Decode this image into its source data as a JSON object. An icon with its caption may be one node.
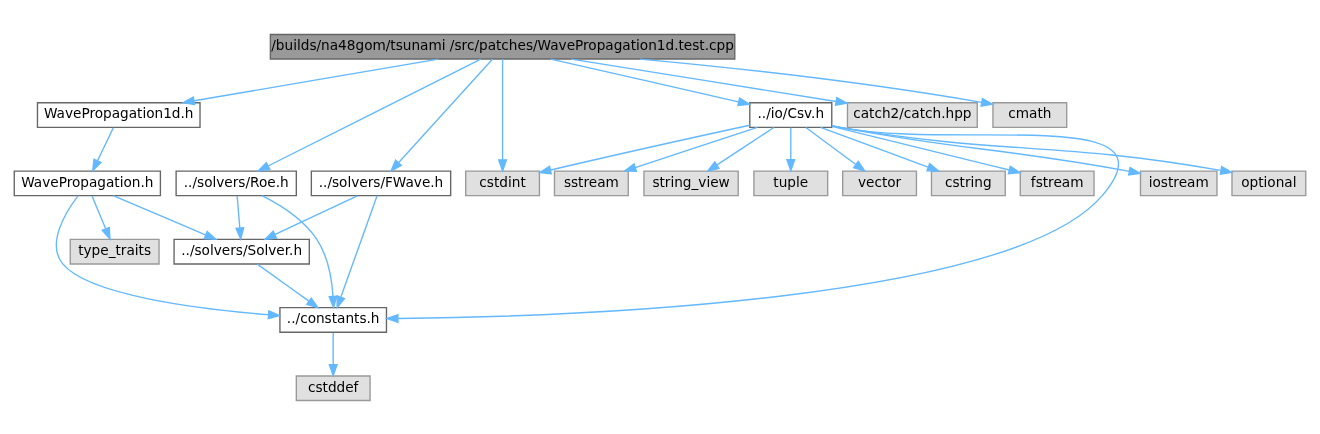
{
  "diagram": {
    "nodes": [
      {
        "text": [
          "/builds/na48gom/tsunami /src/patches/WavePropagation1d.test.cpp"
        ]
      },
      {
        "text": [
          "WavePropagation1d.h"
        ]
      },
      {
        "text": [
          "WavePropagation.h"
        ]
      },
      {
        "text": [
          "type_traits"
        ]
      },
      {
        "text": [
          "../solvers/FWave.h"
        ]
      },
      {
        "text": [
          "../solvers/Roe.h"
        ]
      },
      {
        "text": [
          "../solvers/Solver.h"
        ]
      },
      {
        "text": [
          "../constants.h"
        ]
      },
      {
        "text": [
          "cstddef"
        ]
      },
      {
        "text": [
          "cstdint"
        ]
      },
      {
        "text": [
          "../io/Csv.h"
        ]
      },
      {
        "text": [
          "iostream"
        ]
      },
      {
        "text": [
          "optional"
        ]
      },
      {
        "text": [
          "sstream"
        ]
      },
      {
        "text": [
          "string_view"
        ]
      },
      {
        "text": [
          "tuple"
        ]
      },
      {
        "text": [
          "vector"
        ]
      },
      {
        "text": [
          "cstring"
        ]
      },
      {
        "text": [
          "fstream"
        ]
      },
      {
        "text": [
          "catch2/catch.hpp"
        ]
      },
      {
        "text": [
          "cmath"
        ]
      }
    ],
    "edges": [
      {
        "from": 0,
        "to": 1,
        "arrow": "to"
      },
      {
        "from": 0,
        "to": 4,
        "arrow": "to"
      },
      {
        "from": 0,
        "to": 5,
        "arrow": "to"
      },
      {
        "from": 0,
        "to": 9,
        "arrow": "to"
      },
      {
        "from": 0,
        "to": 10,
        "arrow": "to"
      },
      {
        "from": 0,
        "to": 19,
        "arrow": "to"
      },
      {
        "from": 0,
        "to": 20,
        "arrow": "to"
      },
      {
        "from": 1,
        "to": 2,
        "arrow": "to"
      },
      {
        "from": 2,
        "to": 3,
        "arrow": "to"
      },
      {
        "from": 2,
        "to": 6,
        "arrow": "to"
      },
      {
        "from": 2,
        "to": 7,
        "arrow": "to"
      },
      {
        "from": 4,
        "to": 6,
        "arrow": "to"
      },
      {
        "from": 4,
        "to": 7,
        "arrow": "to"
      },
      {
        "from": 5,
        "to": 6,
        "arrow": "to"
      },
      {
        "from": 5,
        "to": 7,
        "arrow": "to"
      },
      {
        "from": 6,
        "to": 7,
        "arrow": "to"
      },
      {
        "from": 7,
        "to": 8,
        "arrow": "to"
      },
      {
        "from": 10,
        "to": 9,
        "arrow": "to"
      },
      {
        "from": 10,
        "to": 11,
        "arrow": "to"
      },
      {
        "from": 10,
        "to": 12,
        "arrow": "to"
      },
      {
        "from": 10,
        "to": 13,
        "arrow": "to"
      },
      {
        "from": 10,
        "to": 14,
        "arrow": "to"
      },
      {
        "from": 10,
        "to": 15,
        "arrow": "to"
      },
      {
        "from": 10,
        "to": 16,
        "arrow": "to"
      },
      {
        "from": 10,
        "to": 17,
        "arrow": "to"
      },
      {
        "from": 10,
        "to": 18,
        "arrow": "to"
      },
      {
        "from": 10,
        "to": 7,
        "arrow": "to"
      }
    ]
  }
}
